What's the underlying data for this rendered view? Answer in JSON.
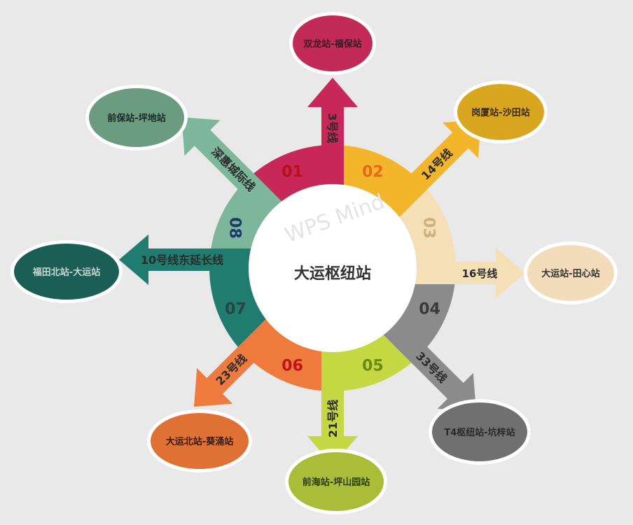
{
  "hub": {
    "title": "大运枢纽站",
    "watermark": "WPS Mind"
  },
  "lines": [
    {
      "num": "01",
      "line": "3号线",
      "stations": "双龙站-福保站",
      "color": "#c8275a",
      "ellipse": "#c22a58",
      "numColor": "#b5101c",
      "textColor": "#3a1a22"
    },
    {
      "num": "02",
      "line": "14号线",
      "stations": "岗厦站-沙田站",
      "color": "#f3b62a",
      "ellipse": "#d9a620",
      "numColor": "#e8691a",
      "textColor": "#3a2a10"
    },
    {
      "num": "03",
      "line": "16号线",
      "stations": "大运站-田心站",
      "color": "#f4dfb6",
      "ellipse": "#f2dcba",
      "numColor": "#cdb07a",
      "textColor": "#333333"
    },
    {
      "num": "04",
      "line": "33号线",
      "stations": "T4枢纽站-坑梓站",
      "color": "#8a8b8a",
      "ellipse": "#6f706f",
      "numColor": "#3a3a3a",
      "textColor": "#2a2a2a"
    },
    {
      "num": "05",
      "line": "21号线",
      "stations": "前海站-坪山园站",
      "color": "#c3d843",
      "ellipse": "#a9bd38",
      "numColor": "#6a8a10",
      "textColor": "#2f3a10"
    },
    {
      "num": "06",
      "line": "23号线",
      "stations": "大运北站-葵涌站",
      "color": "#ee7a3e",
      "ellipse": "#e07134",
      "numColor": "#c0141c",
      "textColor": "#3a1a10"
    },
    {
      "num": "07",
      "line": "10号线东延长线",
      "stations": "福田北站-大运站",
      "color": "#1f7c6f",
      "ellipse": "#1b5e55",
      "numColor": "#2a4442",
      "textColor": "#c9d8d4"
    },
    {
      "num": "08",
      "line": "深惠城际线",
      "stations": "前保站-坪地站",
      "color": "#7cb79b",
      "ellipse": "#6b9c80",
      "numColor": "#1a3a6a",
      "textColor": "#1a2a22"
    }
  ]
}
